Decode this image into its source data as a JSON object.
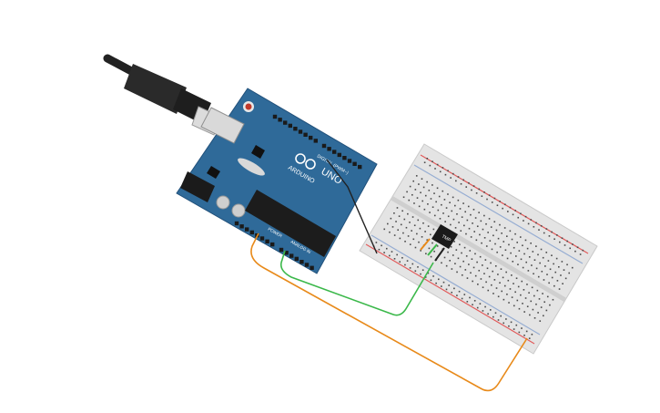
{
  "arduino": {
    "brand": "ARDUINO",
    "model": "UNO",
    "digital_header_label": "DIGITAL (PWM~)",
    "power_header_label": "POWER",
    "analog_header_label": "ANALOG IN",
    "color": "#2f6a99"
  },
  "sensor": {
    "marking": "TMP"
  },
  "wires": [
    {
      "color": "#e88a1a"
    },
    {
      "color": "#3bb84a"
    },
    {
      "color": "#222222"
    }
  ],
  "breadboard": {
    "color": "#e3e3e3",
    "rail_red": "#e25b5b",
    "rail_blue": "#4a78c2"
  }
}
